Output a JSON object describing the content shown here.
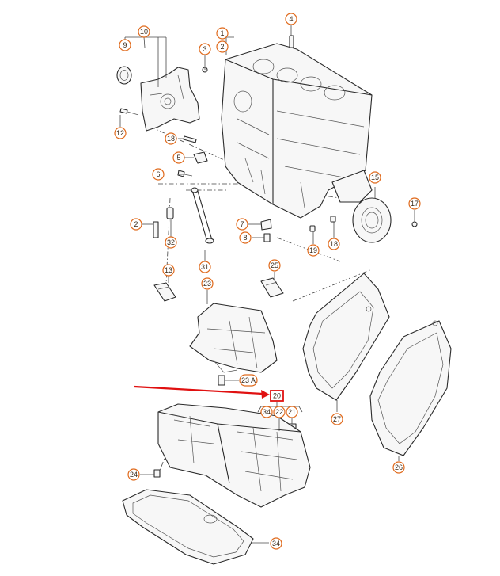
{
  "annotation": {
    "arrow_color": "#e01010",
    "highlight_color": "#e01010",
    "highlighted_callout": "callout-20"
  },
  "callout_style": {
    "circle_color": "#e06a1c",
    "text_color": "#3a2a1a"
  },
  "callouts": {
    "c1": "1",
    "c2a": "2",
    "c2b": "2",
    "c3": "3",
    "c4": "4",
    "c5": "5",
    "c6": "6",
    "c7": "7",
    "c8": "8",
    "c9": "9",
    "c10": "10",
    "c12": "12",
    "c13": "13",
    "c15": "15",
    "c17": "17",
    "c18a": "18",
    "c18b": "18",
    "c19": "19",
    "c20": "20",
    "c21": "21",
    "c22": "22",
    "c23": "23",
    "c23a": "23 A",
    "c24": "24",
    "c25": "25",
    "c26": "26",
    "c27": "27",
    "c31": "31",
    "c32": "32",
    "c34a": "34",
    "c34b": "34"
  },
  "parts": [
    "cylinder-block",
    "timing-cover",
    "seal-ring",
    "crankshaft-seal-flange",
    "intermediate-plate",
    "rear-plate",
    "oil-baffle",
    "oil-pan",
    "oil-pan-gasket",
    "dipstick-tube",
    "sensor-13",
    "sensor-25"
  ]
}
